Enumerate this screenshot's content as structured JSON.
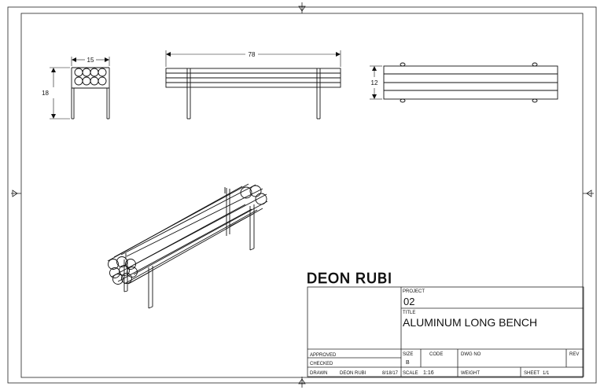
{
  "views": {
    "side": {
      "width_dim": "15",
      "height_dim": "18"
    },
    "front": {
      "length_dim": "78"
    },
    "top": {
      "depth_dim": "12"
    }
  },
  "brand": {
    "logo_text": "DEON RUBI"
  },
  "title_block": {
    "project_label": "PROJECT",
    "project_value": "02",
    "title_label": "TITLE",
    "title_value": "ALUMINUM LONG BENCH",
    "approved_label": "APPROVED",
    "checked_label": "CHECKED",
    "drawn_label": "DRAWN",
    "drawn_name": "DEON RUBI",
    "drawn_date": "8/18/17",
    "size_label": "SIZE",
    "size_value": "B",
    "code_label": "CODE",
    "dwg_label": "DWG NO",
    "rev_label": "REV",
    "scale_label": "SCALE",
    "scale_value": "1:16",
    "weight_label": "WEIGHT",
    "sheet_label": "SHEET",
    "sheet_value": "1/1"
  }
}
